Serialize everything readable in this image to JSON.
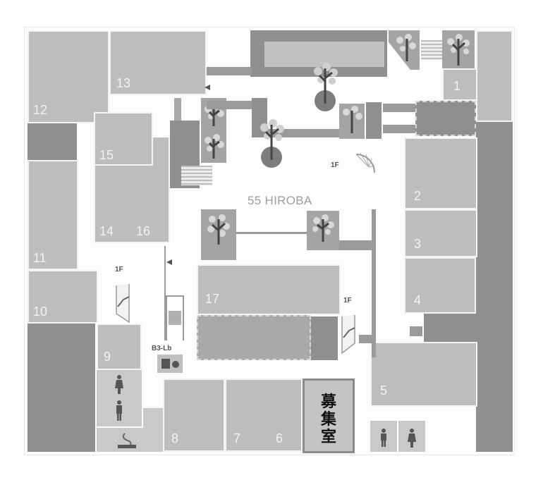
{
  "map": {
    "plaza_label": "55 HIROBA",
    "recruit_room_label": "募\n集\n室",
    "recruit_chars": [
      "募",
      "集",
      "室"
    ],
    "shops": [
      {
        "id": "1",
        "label": "1"
      },
      {
        "id": "2",
        "label": "2"
      },
      {
        "id": "3",
        "label": "3"
      },
      {
        "id": "4",
        "label": "4"
      },
      {
        "id": "5",
        "label": "5"
      },
      {
        "id": "6",
        "label": "6"
      },
      {
        "id": "7",
        "label": "7"
      },
      {
        "id": "8",
        "label": "8"
      },
      {
        "id": "9",
        "label": "9"
      },
      {
        "id": "10",
        "label": "10"
      },
      {
        "id": "11",
        "label": "11"
      },
      {
        "id": "12",
        "label": "12"
      },
      {
        "id": "13",
        "label": "13"
      },
      {
        "id": "14",
        "label": "14"
      },
      {
        "id": "15",
        "label": "15"
      },
      {
        "id": "16",
        "label": "16"
      },
      {
        "id": "17",
        "label": "17"
      }
    ],
    "markers": {
      "spiral_stairs_label": "1F",
      "escalator_left_label": "1F",
      "escalator_right_label": "1F",
      "elevator_label": "B3-Lb"
    },
    "icons": [
      "tree-icon",
      "restroom-icon",
      "smoking-area-icon",
      "escalator-icon",
      "spiral-staircase-icon",
      "elevator-icon",
      "entrance-arrow-icon"
    ],
    "colors": {
      "shop": "#bdbdbd",
      "dark_area": "#8f8f8f",
      "corridor": "#fdfdfd",
      "recruit_border": "#8a8a8a",
      "text_light": "#f2f2f2"
    }
  }
}
